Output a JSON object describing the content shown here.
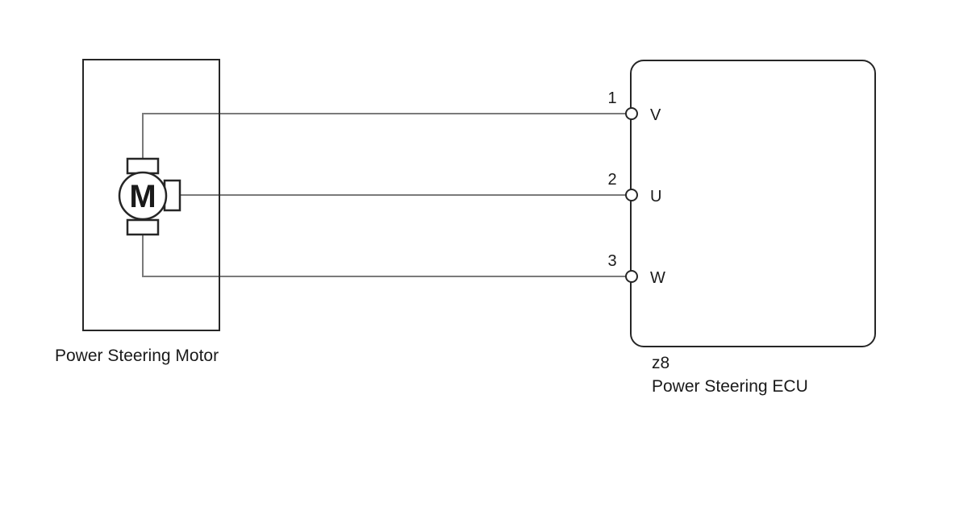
{
  "diagram": {
    "motor": {
      "label": "Power Steering Motor",
      "symbol": "M"
    },
    "ecu": {
      "connector_code": "z8",
      "label": "Power Steering ECU",
      "pins": [
        {
          "number": "1",
          "signal": "V"
        },
        {
          "number": "2",
          "signal": "U"
        },
        {
          "number": "3",
          "signal": "W"
        }
      ]
    },
    "colors": {
      "outline": "#262626",
      "wire": "#7a7a7a",
      "text": "#1a1a1a",
      "background": "#ffffff"
    }
  }
}
